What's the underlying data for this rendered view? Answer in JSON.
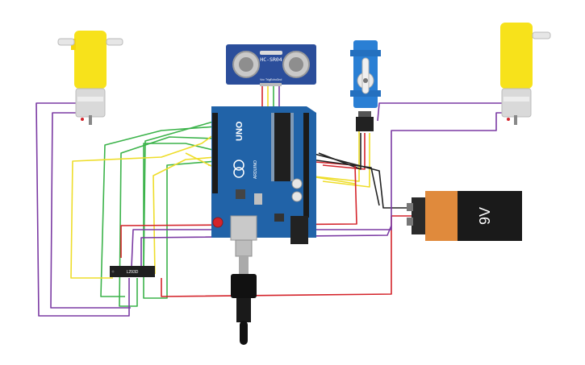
{
  "workspace": {
    "background": "#ffffff"
  },
  "components": {
    "ultrasonic_sensor": {
      "label": "HC-SR04",
      "pins": [
        "Vcc",
        "Trig",
        "Echo",
        "Gnd"
      ],
      "color": "#2b4e9b"
    },
    "arduino": {
      "model": "UNO",
      "brand": "ARDUINO",
      "board_color": "#2163a8"
    },
    "battery": {
      "label": "9V",
      "body_color": "#1a1a1a",
      "accent_color": "#e08a3c"
    },
    "motor_driver": {
      "label": "L293D"
    },
    "servo": {
      "color": "#2a7fd4"
    },
    "motor_left": {
      "color": "#f7e21b"
    },
    "motor_right": {
      "color": "#f7e21b"
    }
  },
  "wire_colors": {
    "red": "#d4242b",
    "black": "#222222",
    "purple": "#7b3aa3",
    "green": "#3bb34a",
    "yellow": "#eedd2a"
  }
}
